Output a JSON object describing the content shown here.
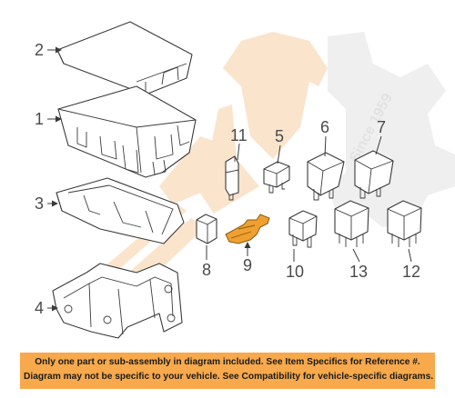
{
  "parts": [
    {
      "id": "1",
      "label": "1"
    },
    {
      "id": "2",
      "label": "2"
    },
    {
      "id": "3",
      "label": "3"
    },
    {
      "id": "4",
      "label": "4"
    },
    {
      "id": "5",
      "label": "5"
    },
    {
      "id": "6",
      "label": "6"
    },
    {
      "id": "7",
      "label": "7"
    },
    {
      "id": "8",
      "label": "8"
    },
    {
      "id": "9",
      "label": "9"
    },
    {
      "id": "10",
      "label": "10"
    },
    {
      "id": "11",
      "label": "11"
    },
    {
      "id": "12",
      "label": "12"
    },
    {
      "id": "13",
      "label": "13"
    }
  ],
  "highlighted_part": "9",
  "colors": {
    "highlight": "#f0a030",
    "banner": "#f7a94b",
    "watermark": "#f5c89a",
    "watermark_gray": "#d9d9d9"
  },
  "watermark": {
    "text": "Since 1959"
  },
  "disclaimer": {
    "line1": "Only one part or sub-assembly in diagram included. See Item Specifics for Reference #.",
    "line2": "Diagram may not be specific to your vehicle. See Compatibility for vehicle-specific diagrams."
  }
}
